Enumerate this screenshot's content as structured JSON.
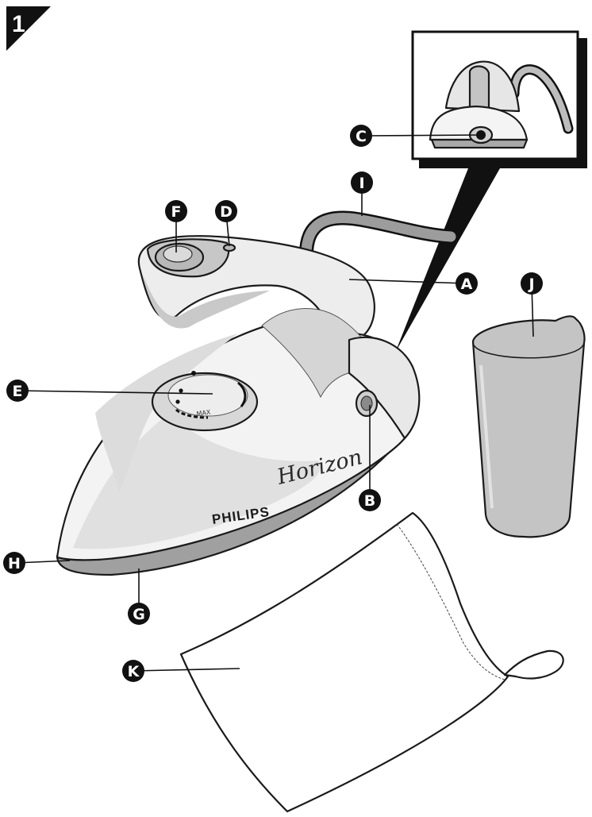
{
  "figure_number": "1",
  "product": {
    "brand": "PHILIPS",
    "model": "Horizon"
  },
  "dial": {
    "max_label": "MAX"
  },
  "callouts": [
    "A",
    "B",
    "C",
    "D",
    "E",
    "F",
    "G",
    "H",
    "I",
    "J",
    "K"
  ],
  "colors": {
    "outline": "#1a1a1a",
    "body_light": "#f2f2f2",
    "body_mid": "#d6d6d6",
    "body_dark": "#a8a8a8",
    "soleplate": "#9d9d9d",
    "callout_fill": "#111111"
  }
}
